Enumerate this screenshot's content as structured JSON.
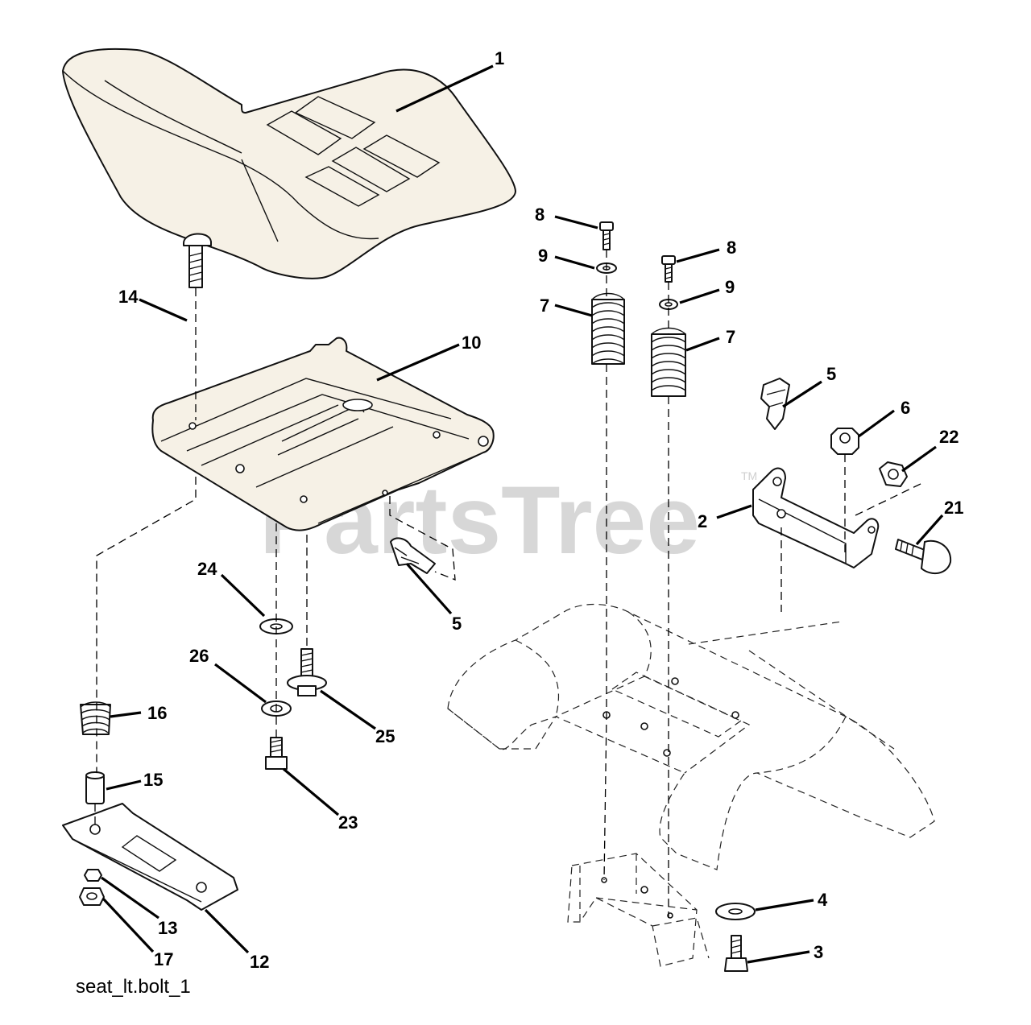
{
  "diagram": {
    "caption": "seat_lt.bolt_1",
    "watermark": "PartsTree",
    "watermark_mark": "TM",
    "callouts": {
      "c1": "1",
      "c2": "2",
      "c3": "3",
      "c4": "4",
      "c5a": "5",
      "c5b": "5",
      "c6": "6",
      "c7a": "7",
      "c7b": "7",
      "c8a": "8",
      "c8b": "8",
      "c9a": "9",
      "c9b": "9",
      "c10": "10",
      "c12": "12",
      "c13": "13",
      "c14": "14",
      "c15": "15",
      "c16": "16",
      "c17": "17",
      "c21": "21",
      "c22": "22",
      "c23": "23",
      "c24": "24",
      "c25": "25",
      "c26": "26"
    }
  }
}
